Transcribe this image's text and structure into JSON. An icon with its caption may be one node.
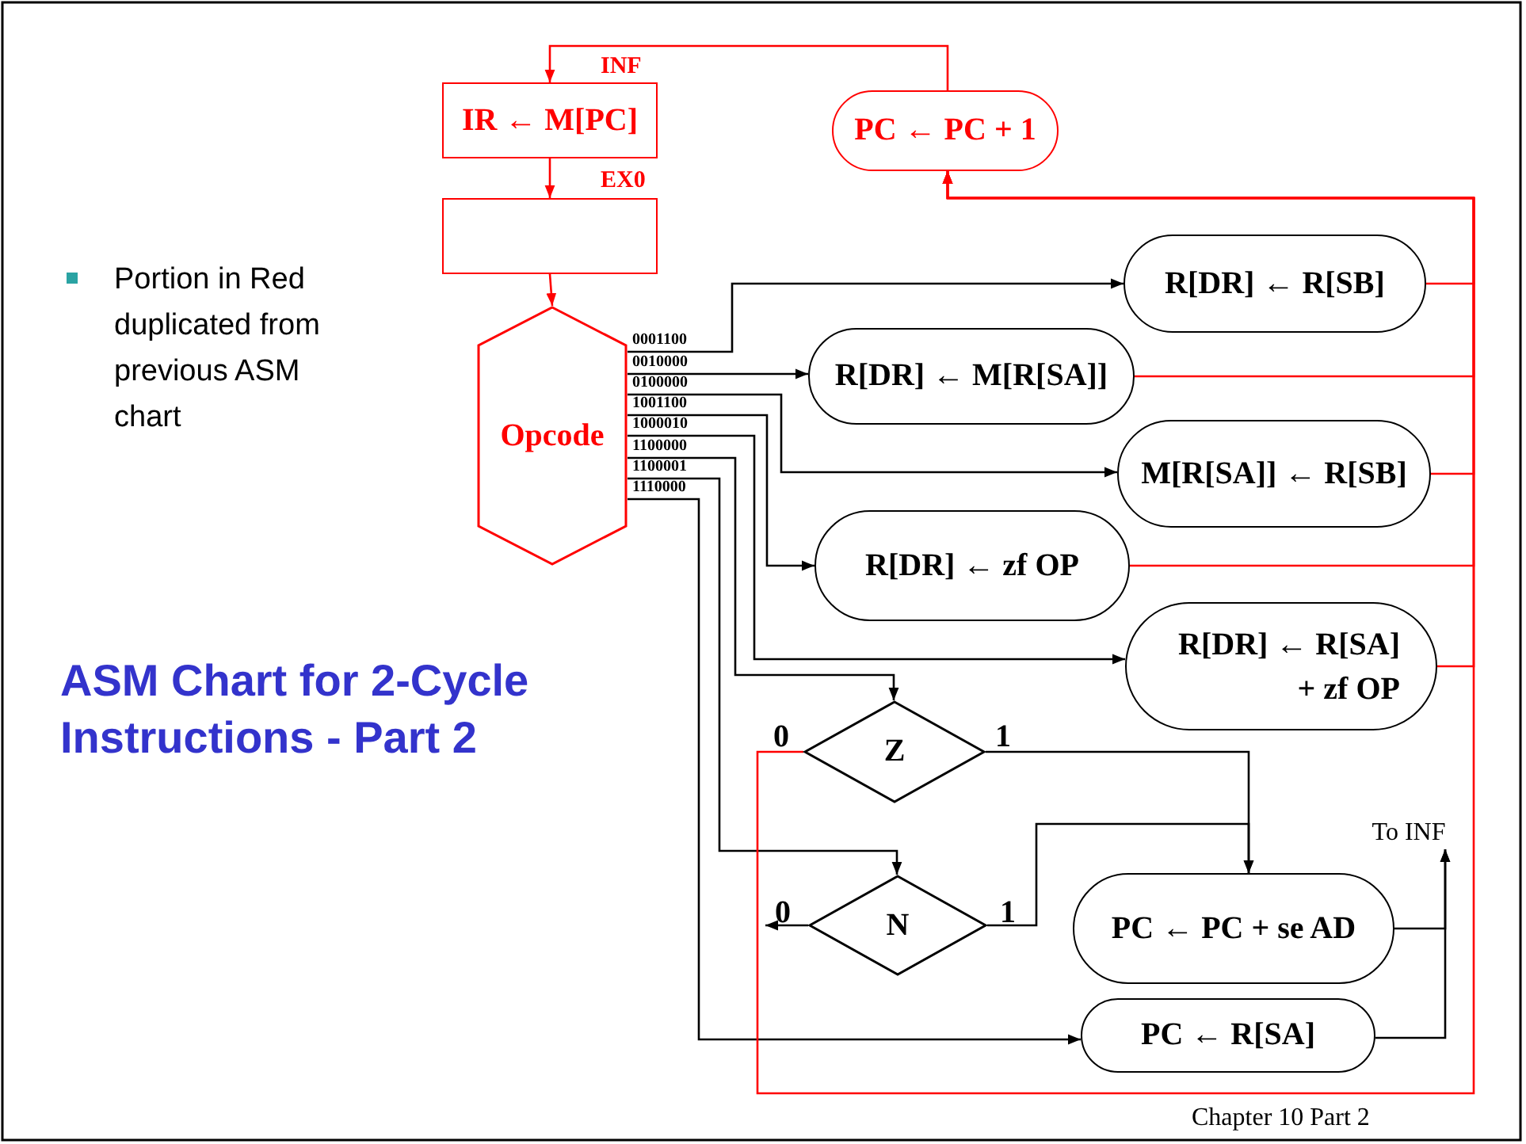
{
  "diagram": {
    "title": "ASM Chart for 2-Cycle Instructions - Part 2",
    "nodes": [
      {
        "text": [
          "IR ← M[PC]"
        ],
        "beside": [
          "INF"
        ]
      },
      {
        "text": [],
        "shape": "box",
        "beside": [
          "EX0"
        ]
      },
      {
        "text": [
          "Opcode"
        ]
      },
      {
        "text": [
          "PC ← PC + 1"
        ]
      },
      {
        "text": [
          "R[DR] ← R[SB]"
        ]
      },
      {
        "text": [
          "R[DR] ← M[R[SA]]"
        ]
      },
      {
        "text": [
          "M[R[SA]] ← R[SB]"
        ]
      },
      {
        "text": [
          "R[DR] ← zf OP"
        ]
      },
      {
        "text": [
          "R[DR] ← R[SA] + zf OP"
        ]
      },
      {
        "text": [
          "Z"
        ]
      },
      {
        "text": [
          "N"
        ]
      },
      {
        "text": [
          "PC ← PC + se AD"
        ]
      },
      {
        "text": [
          "PC ← R[SA]"
        ]
      },
      {
        "text": [
          "To INF"
        ]
      }
    ],
    "edges": [
      {
        "from": 3,
        "to": 0,
        "arrow": "to",
        "color": "#ff0000"
      },
      {
        "from": 0,
        "to": 1,
        "arrow": "to",
        "color": "#ff0000"
      },
      {
        "from": 1,
        "to": 2,
        "arrow": "to",
        "color": "#ff0000"
      },
      {
        "from": 2,
        "to": 4,
        "arrow": "to",
        "label": "0001100"
      },
      {
        "from": 2,
        "to": 5,
        "arrow": "to",
        "label": "0010000"
      },
      {
        "from": 2,
        "to": 6,
        "arrow": "to",
        "label": "0100000"
      },
      {
        "from": 2,
        "to": 7,
        "arrow": "to",
        "label": "1001100"
      },
      {
        "from": 2,
        "to": 8,
        "arrow": "to",
        "label": "1000010"
      },
      {
        "from": 2,
        "to": 9,
        "arrow": "to",
        "label": "1100000"
      },
      {
        "from": 2,
        "to": 10,
        "arrow": "to",
        "label": "1100001"
      },
      {
        "from": 2,
        "to": 12,
        "arrow": "to",
        "label": "1110000"
      },
      {
        "from": 4,
        "to": 3,
        "arrow": "to",
        "color": "#ff0000"
      },
      {
        "from": 5,
        "to": 3,
        "arrow": "to",
        "color": "#ff0000"
      },
      {
        "from": 6,
        "to": 3,
        "arrow": "to",
        "color": "#ff0000"
      },
      {
        "from": 7,
        "to": 3,
        "arrow": "to",
        "color": "#ff0000"
      },
      {
        "from": 8,
        "to": 3,
        "arrow": "to",
        "color": "#ff0000"
      },
      {
        "from": 9,
        "to": 3,
        "arrow": "to",
        "label": "0",
        "color": "#ff0000"
      },
      {
        "from": 9,
        "to": 11,
        "arrow": "to",
        "label": "1"
      },
      {
        "from": 10,
        "to": 11,
        "arrow": "to",
        "label": "1"
      },
      {
        "from": 10,
        "to": null,
        "arrow": "to",
        "label": "0"
      },
      {
        "from": 11,
        "to": 13,
        "arrow": "to"
      },
      {
        "from": 12,
        "to": 13,
        "arrow": "to"
      }
    ],
    "labels": [
      "Portion in Red duplicated from previous ASM chart",
      "Chapter 10 Part 2"
    ]
  }
}
